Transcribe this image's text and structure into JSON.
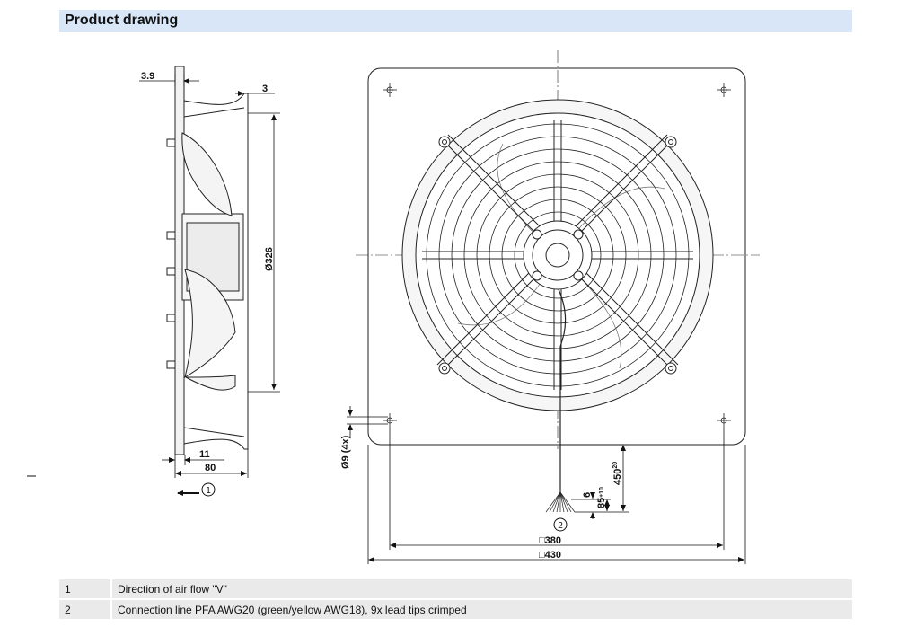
{
  "header": {
    "title": "Product drawing"
  },
  "side_view": {
    "dim_flange": "3.9",
    "dim_guard": "3",
    "dim_diameter": "Ø326",
    "dim_depth_small": "11",
    "dim_depth_total": "80",
    "marker_airflow": "1"
  },
  "front_view": {
    "dim_holes": "Ø9 (4x)",
    "dim_lead_tips": "6",
    "dim_lead_strip": "85",
    "dim_lead_strip_tol": "±10",
    "dim_lead_length": "450",
    "dim_lead_length_tol": "20",
    "dim_hole_spacing": "□380",
    "dim_plate_size": "□430",
    "marker_connection": "2"
  },
  "legend": [
    {
      "num": "1",
      "text": "Direction of air flow \"V\""
    },
    {
      "num": "2",
      "text": "Connection line PFA AWG20 (green/yellow AWG18), 9x lead tips crimped"
    }
  ],
  "colors": {
    "header_bg": "#d9e6f7",
    "legend_bg": "#eaeaea",
    "line": "#222222",
    "fill": "#f2f2f2"
  }
}
